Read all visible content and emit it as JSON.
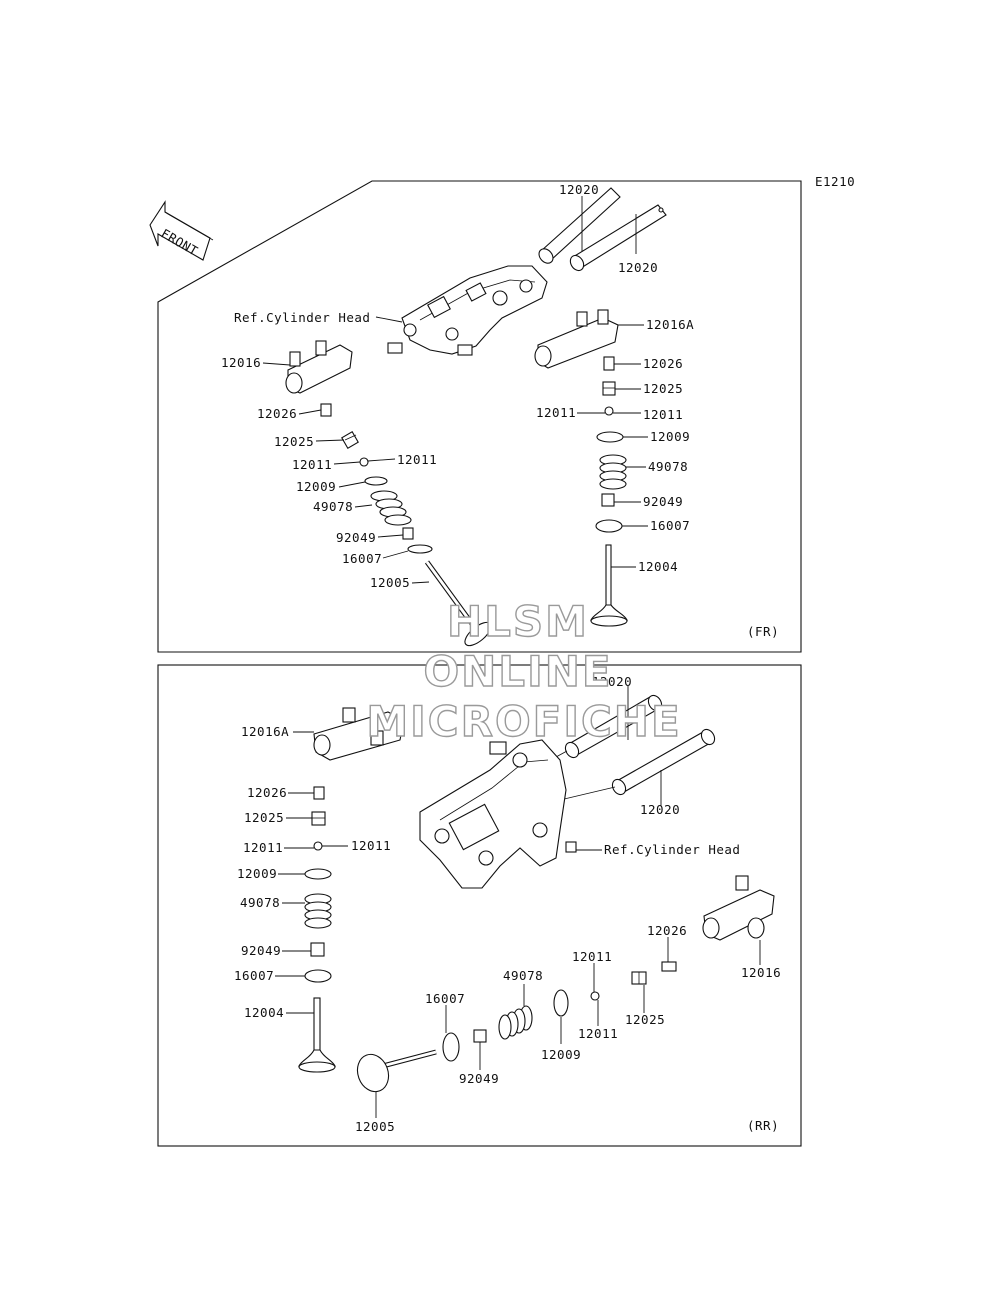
{
  "page_code": "E1210",
  "front_label": "FRONT",
  "panels": {
    "front": {
      "tag": "(FR)",
      "ref_label": "Ref.Cylinder Head",
      "labels": {
        "push_rod_a": "12020",
        "push_rod_b": "12020",
        "rocker_left": "12016",
        "rocker_right": "12016A",
        "adjuster_left": "12026",
        "nut_left": "12025",
        "cotter_left_a": "12011",
        "cotter_left_b": "12011",
        "retainer_left": "12009",
        "spring_left": "49078",
        "seal_left": "92049",
        "seat_left": "16007",
        "valve_left": "12005",
        "adjuster_right": "12026",
        "nut_right": "12025",
        "cotter_right_a": "12011",
        "cotter_right_b": "12011",
        "retainer_right": "12009",
        "spring_right": "49078",
        "seal_right": "92049",
        "seat_right": "16007",
        "valve_right": "12004"
      }
    },
    "rear": {
      "tag": "(RR)",
      "ref_label": "Ref.Cylinder Head",
      "labels": {
        "push_rod_a": "12020",
        "push_rod_b": "12020",
        "rocker_left": "12016A",
        "adjuster_left": "12026",
        "nut_left": "12025",
        "cotter_left_a": "12011",
        "cotter_left_b": "12011",
        "retainer_left": "12009",
        "spring_left": "49078",
        "seal_left": "92049",
        "seat_left": "16007",
        "valve_left": "12004",
        "rocker_right": "12016",
        "adjuster_right": "12026",
        "nut_right": "12025",
        "cotter_right_a": "12011",
        "cotter_right_b": "12011",
        "retainer_right": "12009",
        "spring_right": "49078",
        "seal_right": "92049",
        "seat_right": "16007",
        "valve_right": "12005"
      }
    }
  },
  "watermark": {
    "line1": "HLSM",
    "line2": "ONLINE",
    "line3": "MICROFICHE"
  }
}
